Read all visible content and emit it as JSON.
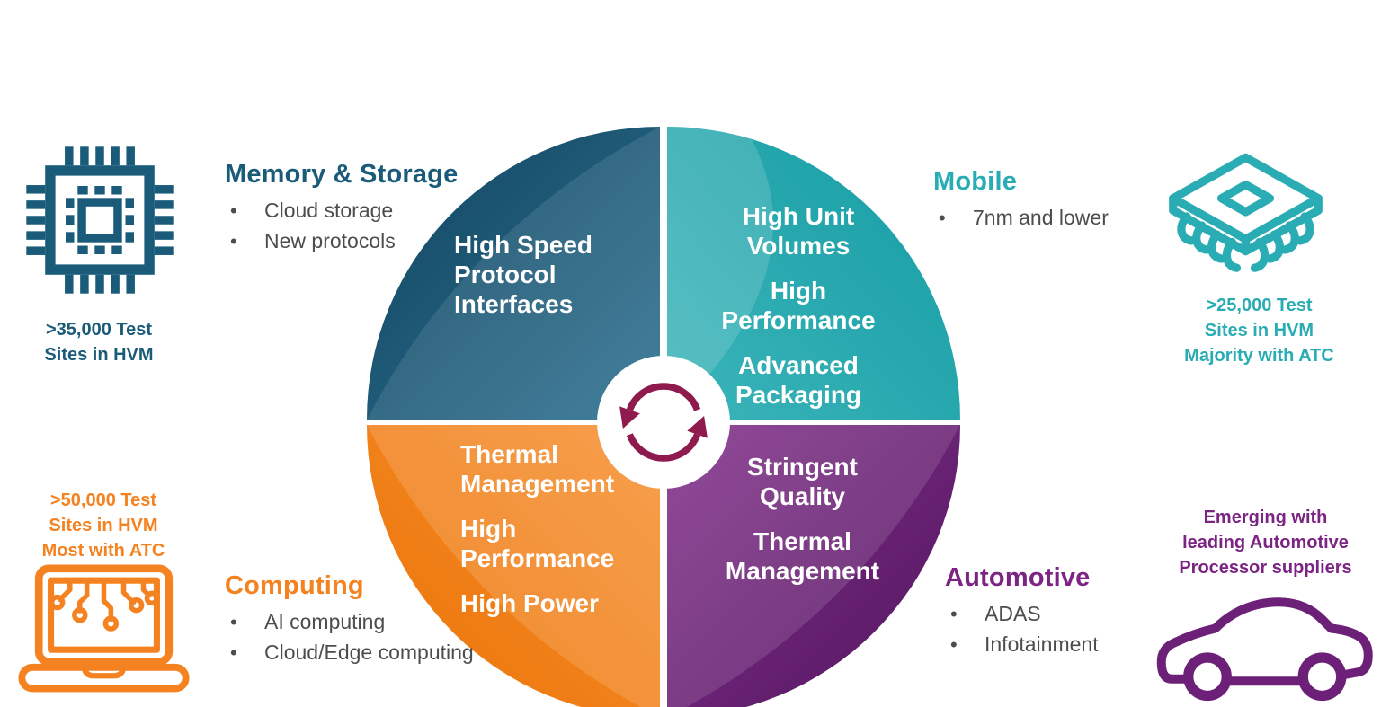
{
  "palette": {
    "memory_blue": "#1b5b7a",
    "mobile_teal": "#29acb3",
    "computing_orange": "#f58220",
    "automotive_purple": "#7b2483",
    "cycle_maroon": "#8e1a4e",
    "bullet_gray": "#4d4d4f",
    "quadrant_text": "#ffffff"
  },
  "wheel": {
    "center_icon": "cycle-arrows-icon",
    "quadrants": {
      "memory": {
        "label": "High Speed\nProtocol\nInterfaces"
      },
      "mobile": {
        "items": [
          "High Unit\nVolumes",
          "High\nPerformance",
          "Advanced\nPackaging"
        ]
      },
      "computing": {
        "items": [
          "Thermal\nManagement",
          "High\nPerformance",
          "High Power"
        ]
      },
      "automotive": {
        "items": [
          "Stringent\nQuality",
          "Thermal\nManagement"
        ]
      }
    }
  },
  "sections": {
    "memory": {
      "title": "Memory & Storage",
      "bullets": [
        "Cloud storage",
        "New protocols"
      ],
      "stat": ">35,000 Test\nSites in HVM",
      "icon": "microchip-icon"
    },
    "mobile": {
      "title": "Mobile",
      "bullets": [
        "7nm and lower"
      ],
      "stat": ">25,000 Test\nSites in HVM\nMajority with ATC",
      "icon": "chip-package-icon"
    },
    "computing": {
      "title": "Computing",
      "bullets": [
        "AI computing",
        "Cloud/Edge computing"
      ],
      "stat": ">50,000 Test\nSites in HVM\nMost with ATC",
      "icon": "laptop-circuit-icon"
    },
    "automotive": {
      "title": "Automotive",
      "bullets": [
        "ADAS",
        "Infotainment"
      ],
      "stat": "Emerging with\nleading Automotive\nProcessor suppliers",
      "icon": "car-icon"
    }
  }
}
